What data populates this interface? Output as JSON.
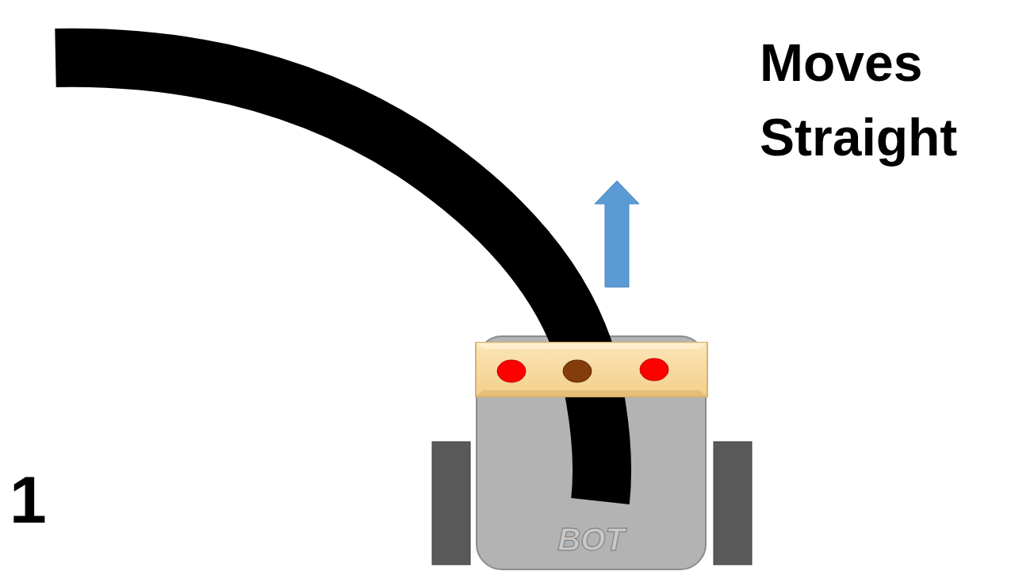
{
  "diagram": {
    "nodes": [
      {
        "text": [
          "BOT"
        ]
      }
    ],
    "labels": [
      "Moves Straight",
      "1"
    ]
  }
}
